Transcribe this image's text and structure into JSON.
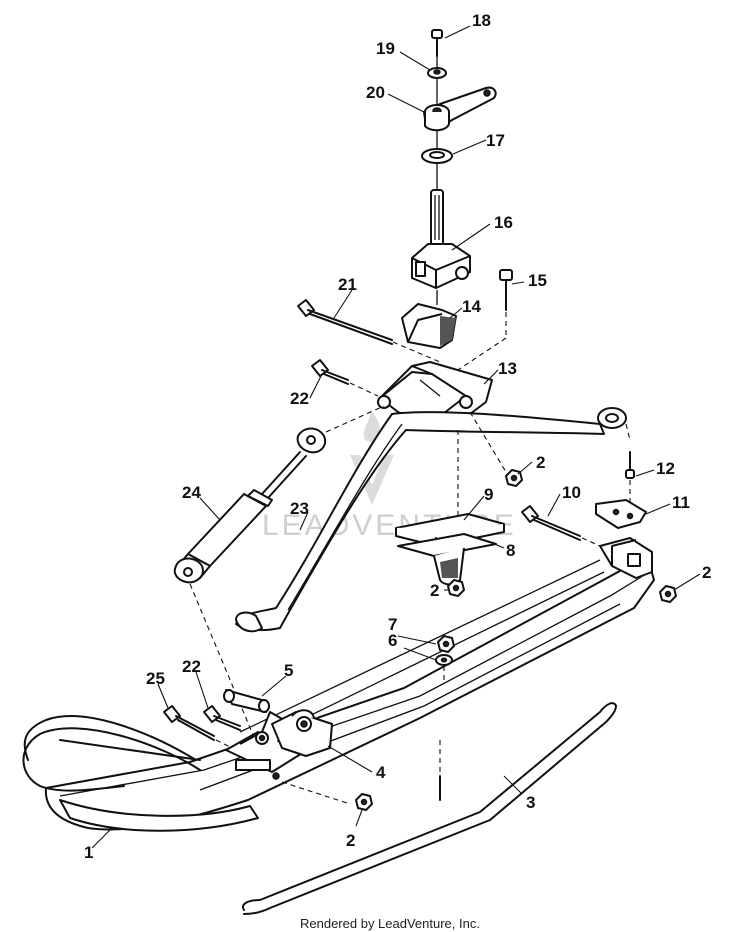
{
  "watermark": "LEADVENTURE",
  "footer": "Rendered by LeadVenture, Inc.",
  "callouts": {
    "c1": "1",
    "c2a": "2",
    "c2b": "2",
    "c2c": "2",
    "c2d": "2",
    "c3": "3",
    "c4": "4",
    "c5": "5",
    "c6": "6",
    "c7": "7",
    "c8": "8",
    "c9": "9",
    "c10": "10",
    "c11": "11",
    "c12": "12",
    "c13": "13",
    "c14": "14",
    "c15": "15",
    "c16": "16",
    "c17": "17",
    "c18": "18",
    "c19": "19",
    "c20": "20",
    "c21": "21",
    "c22a": "22",
    "c22b": "22",
    "c23": "23",
    "c24": "24",
    "c25": "25"
  }
}
